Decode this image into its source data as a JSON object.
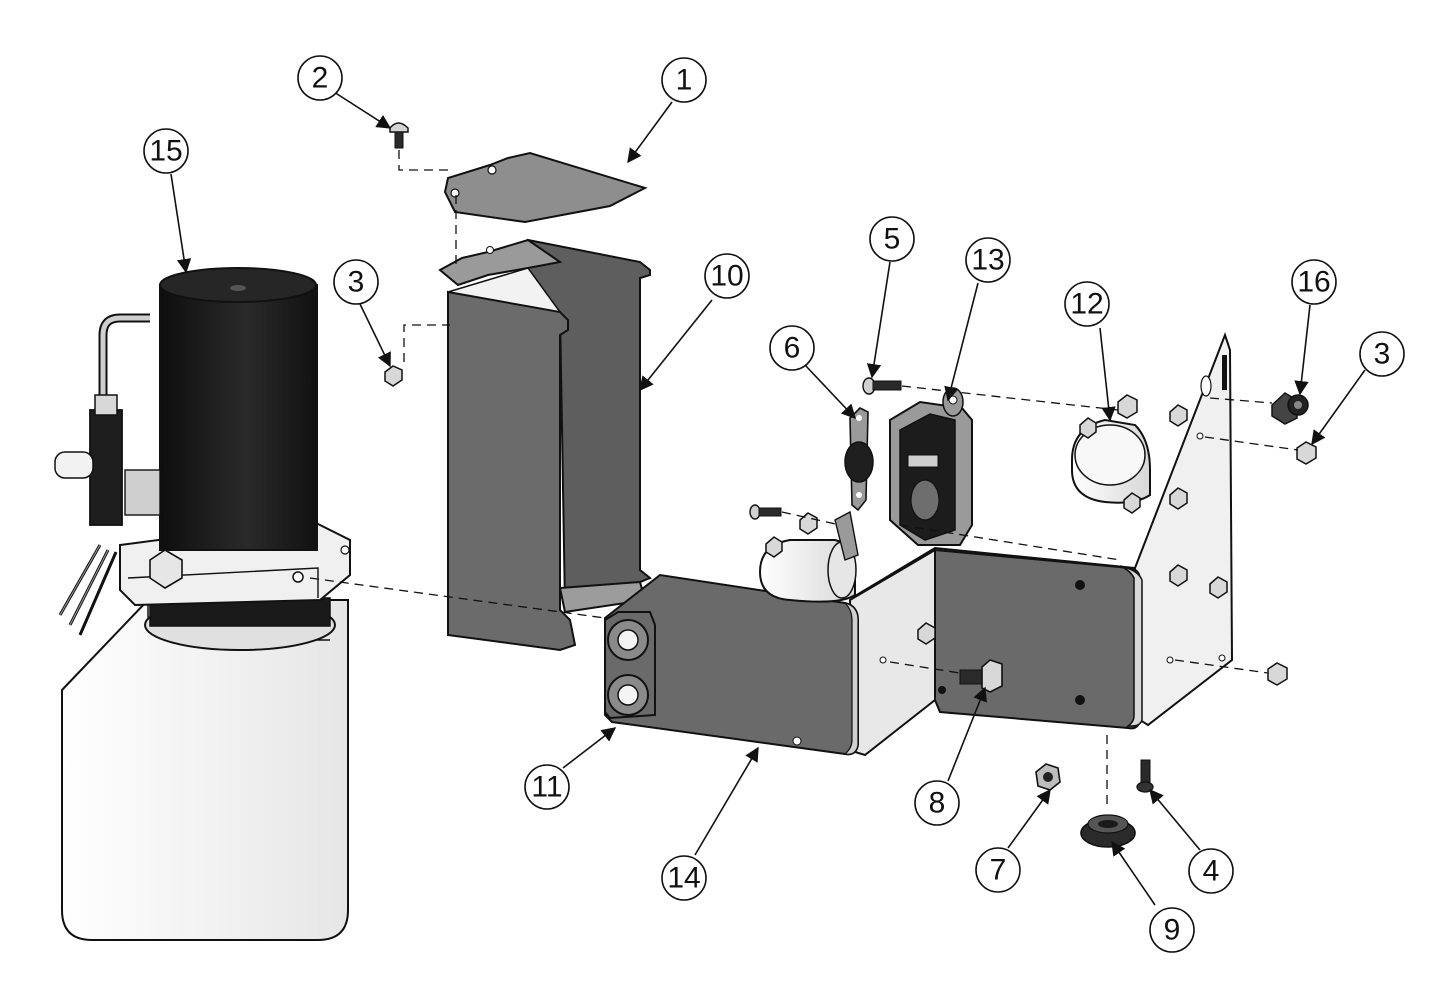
{
  "colors": {
    "sheet_metal": "#6a6a6a",
    "sheet_metal_light": "#8a8a8a",
    "sheet_metal_edge": "#c8c8c8",
    "motor": "#1b1b1b",
    "reservoir": "#f4f4f4",
    "outline": "#111111"
  },
  "callouts": [
    {
      "id": "c1",
      "label": "1"
    },
    {
      "id": "c2",
      "label": "2"
    },
    {
      "id": "c3a",
      "label": "3"
    },
    {
      "id": "c3b",
      "label": "3"
    },
    {
      "id": "c4",
      "label": "4"
    },
    {
      "id": "c5",
      "label": "5"
    },
    {
      "id": "c6",
      "label": "6"
    },
    {
      "id": "c7",
      "label": "7"
    },
    {
      "id": "c8",
      "label": "8"
    },
    {
      "id": "c9",
      "label": "9"
    },
    {
      "id": "c10",
      "label": "10"
    },
    {
      "id": "c11",
      "label": "11"
    },
    {
      "id": "c12",
      "label": "12"
    },
    {
      "id": "c13",
      "label": "13"
    },
    {
      "id": "c14",
      "label": "14"
    },
    {
      "id": "c15",
      "label": "15"
    },
    {
      "id": "c16",
      "label": "16"
    }
  ]
}
